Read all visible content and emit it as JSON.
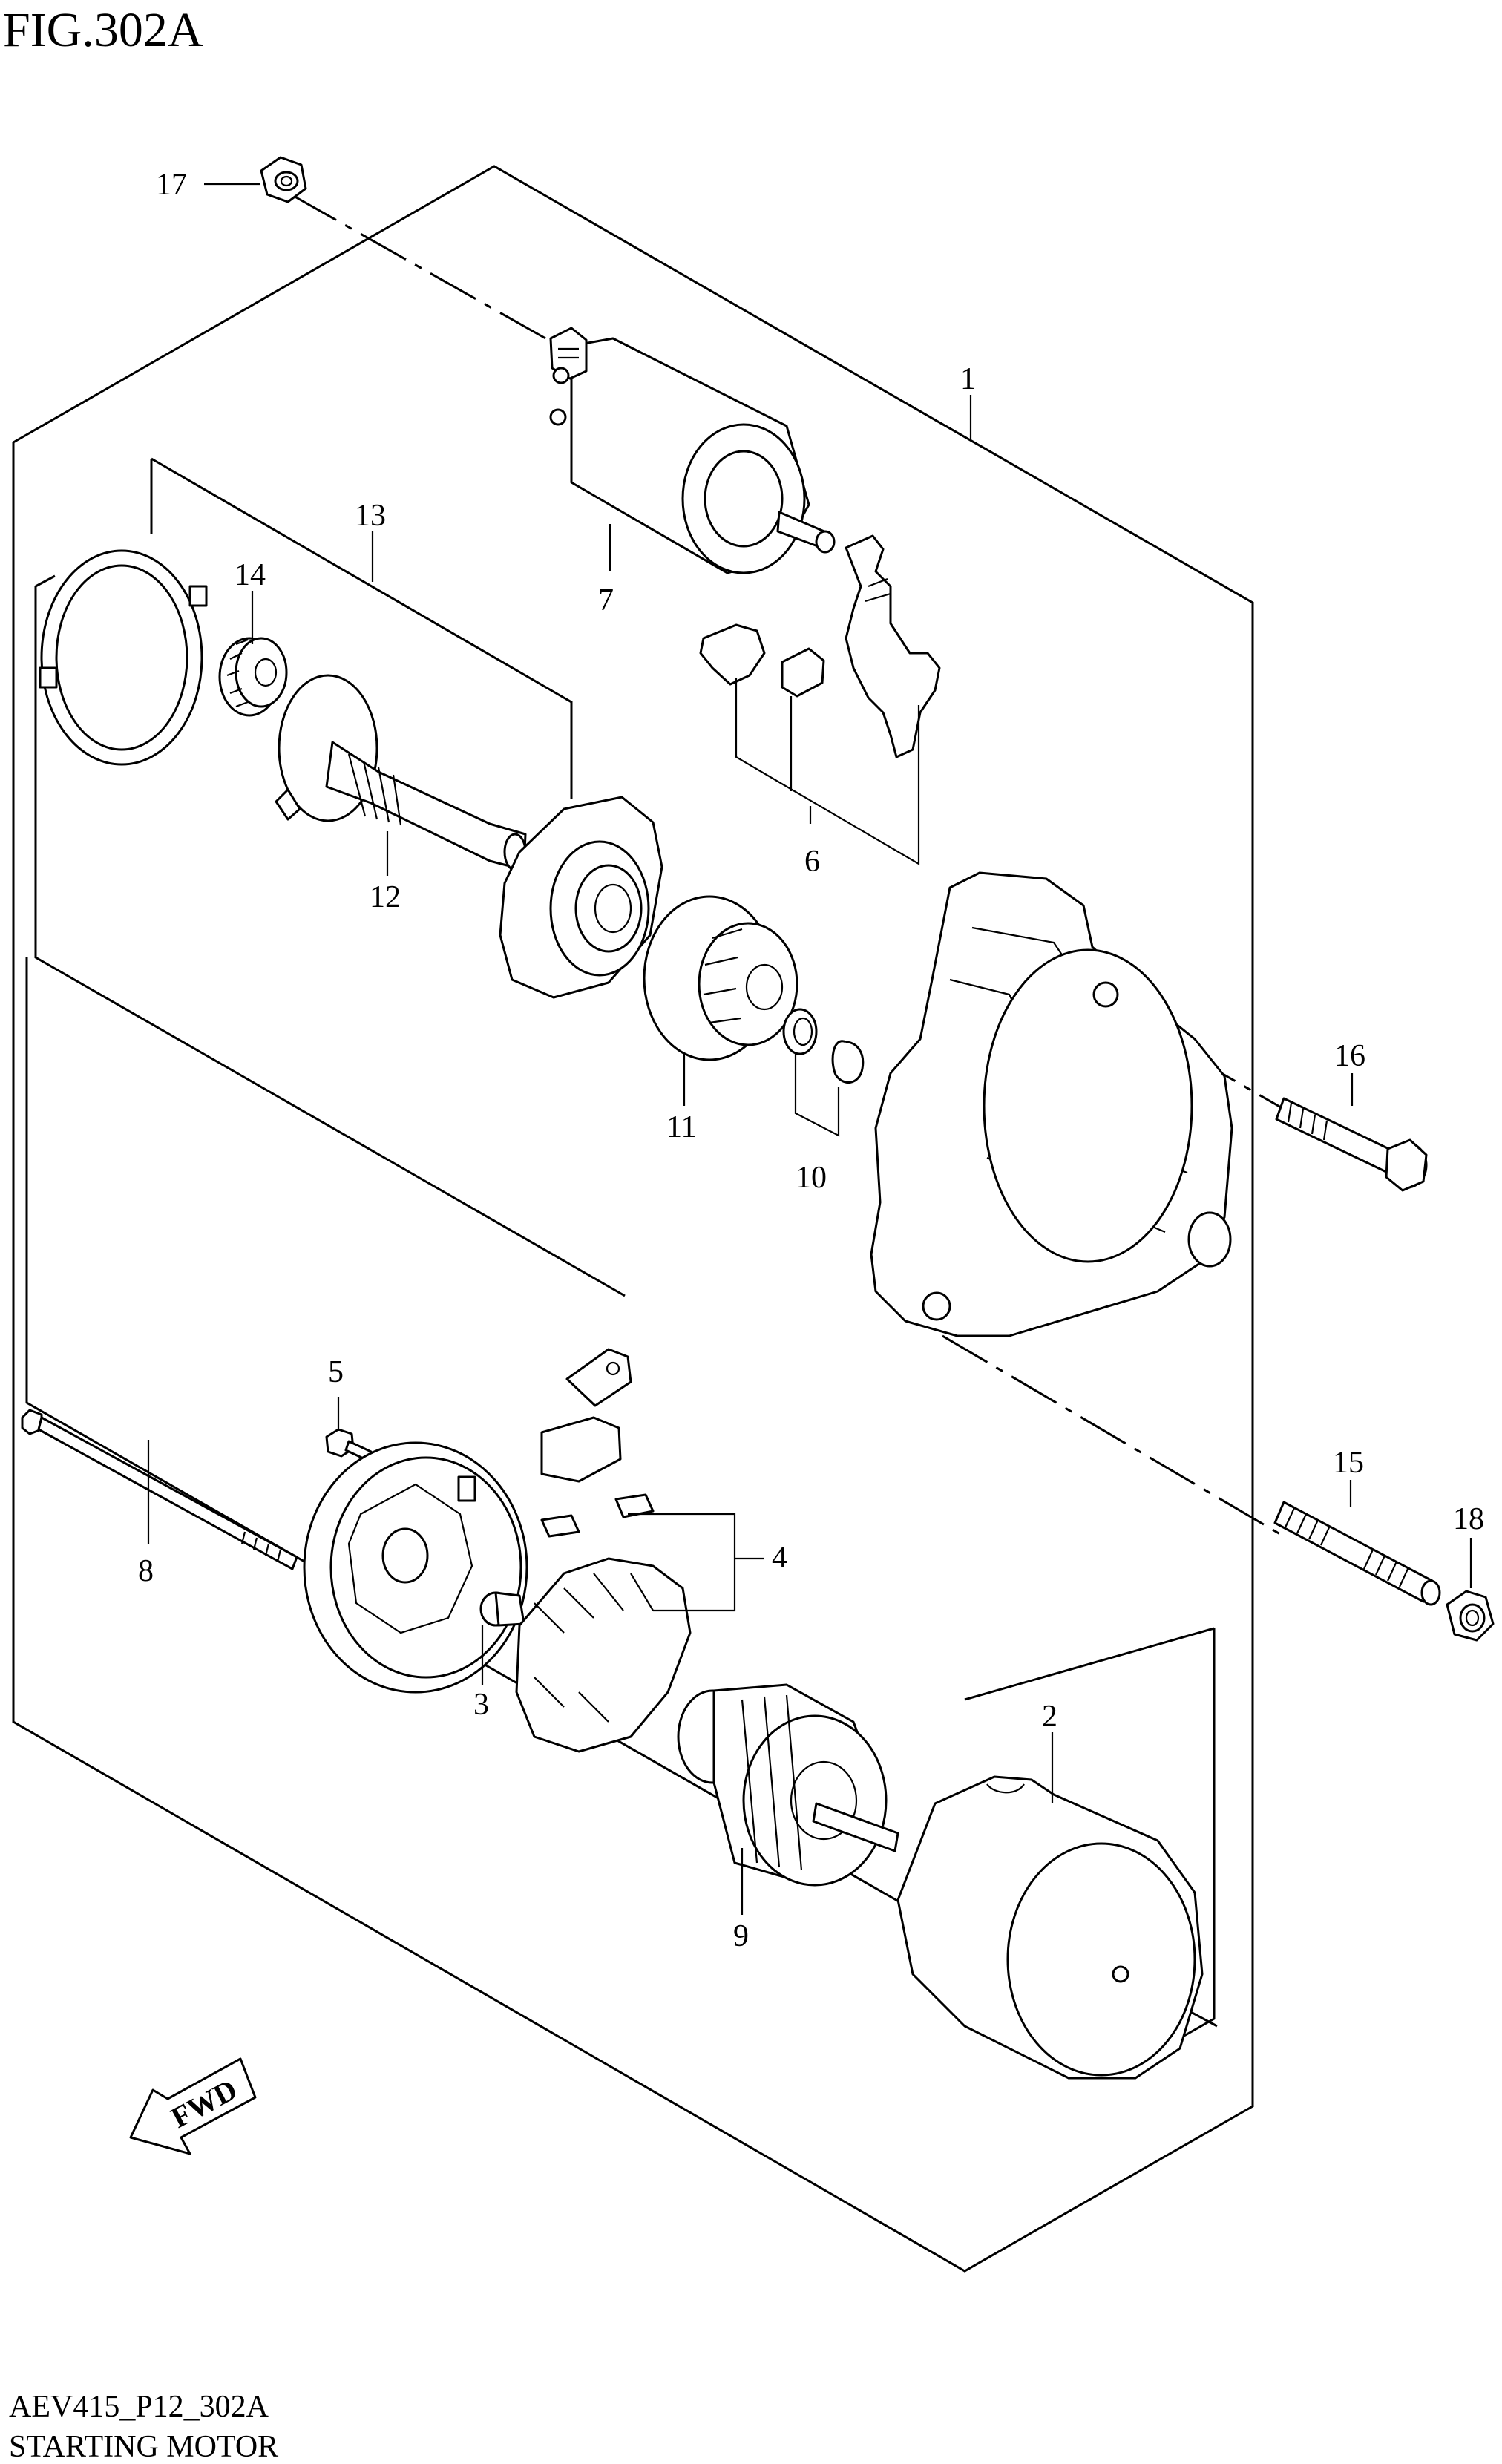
{
  "figure": {
    "title": "FIG.302A",
    "footer_code": "AEV415_P12_302A",
    "footer_name": "STARTING MOTOR",
    "direction_badge": "FWD"
  },
  "callouts": [
    {
      "id": "c1",
      "label": "1"
    },
    {
      "id": "c2",
      "label": "2"
    },
    {
      "id": "c3",
      "label": "3"
    },
    {
      "id": "c4",
      "label": "4"
    },
    {
      "id": "c5",
      "label": "5"
    },
    {
      "id": "c6",
      "label": "6"
    },
    {
      "id": "c7",
      "label": "7"
    },
    {
      "id": "c8",
      "label": "8"
    },
    {
      "id": "c9",
      "label": "9"
    },
    {
      "id": "c10",
      "label": "10"
    },
    {
      "id": "c11",
      "label": "11"
    },
    {
      "id": "c12",
      "label": "12"
    },
    {
      "id": "c13",
      "label": "13"
    },
    {
      "id": "c14",
      "label": "14"
    },
    {
      "id": "c15",
      "label": "15"
    },
    {
      "id": "c16",
      "label": "16"
    },
    {
      "id": "c17",
      "label": "17"
    },
    {
      "id": "c18",
      "label": "18"
    }
  ]
}
